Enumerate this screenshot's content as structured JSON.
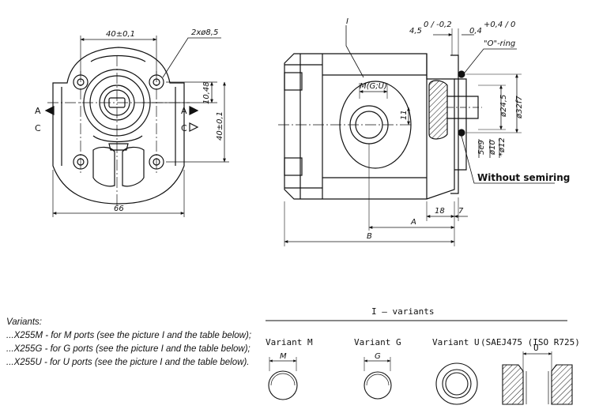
{
  "front_view": {
    "dim_top": "40±0,1",
    "dim_holes": "2xø8,5",
    "dim_right_small": "10,48",
    "dim_right_big": "40±0,1",
    "dim_bottom": "66",
    "section_left_A": "A",
    "section_left_C": "C",
    "section_right_A": "A",
    "section_right_C": "C"
  },
  "side_view": {
    "detail_mark": "I",
    "port_label": "M(G;U)",
    "dim_port_offset": "11",
    "dim_shaft_step": "4,5",
    "dim_shaft_step_tol": "0 / -0,2",
    "dim_shaft_len": "0,4",
    "dim_shaft_len_tol": "+0,4 / 0",
    "oring_label": "\"O\"-ring",
    "dim_d245": "ø24,5",
    "dim_d32": "ø32f7",
    "dim_5e9": "5e9",
    "dim_d10": "ø10",
    "dim_d12": "*ø12",
    "without_semiring": "Without semiring",
    "dim_18": "18",
    "dim_7": "7",
    "dim_A": "A",
    "dim_B": "B"
  },
  "notes": {
    "title": "Variants:",
    "lines": [
      "...X255M  - for M ports (see the picture I and the table below);",
      "...X255G  - for G ports (see the picture I and the table below);",
      "...X255U  - for U ports (see the picture I and the table below)."
    ]
  },
  "variants": {
    "title": "I  –  variants",
    "m_label": "Variant  M",
    "g_label": "Variant  G",
    "u_label": "Variant  U",
    "u_std": "(SAEJ475  (ISO  R725)",
    "m_dim": "M",
    "g_dim": "G",
    "u_dim": "U"
  }
}
